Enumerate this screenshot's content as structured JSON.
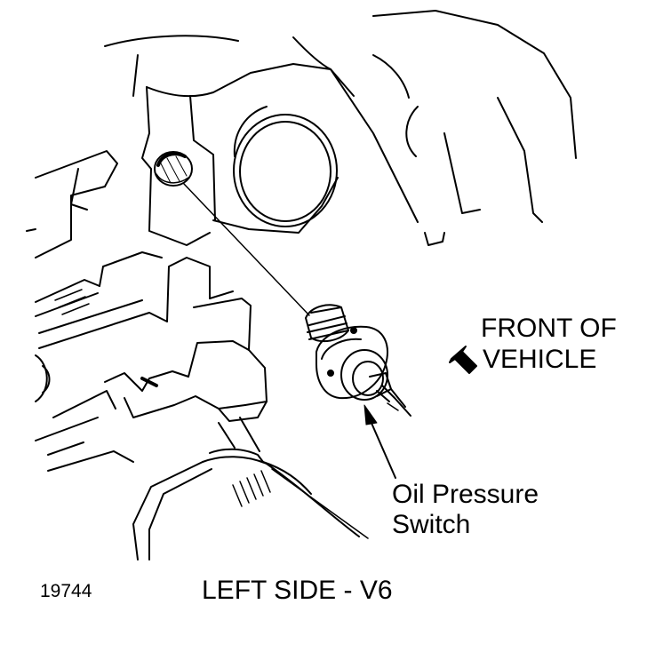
{
  "labels": {
    "front_line1": "FRONT OF",
    "front_line2": "VEHICLE",
    "switch_line1": "Oil Pressure",
    "switch_line2": "Switch",
    "figure_number": "19744",
    "caption": "LEFT SIDE - V6"
  },
  "icons": {
    "direction_arrow": "arrow-down-left-icon"
  },
  "colors": {
    "ink": "#000000",
    "paper": "#ffffff"
  }
}
